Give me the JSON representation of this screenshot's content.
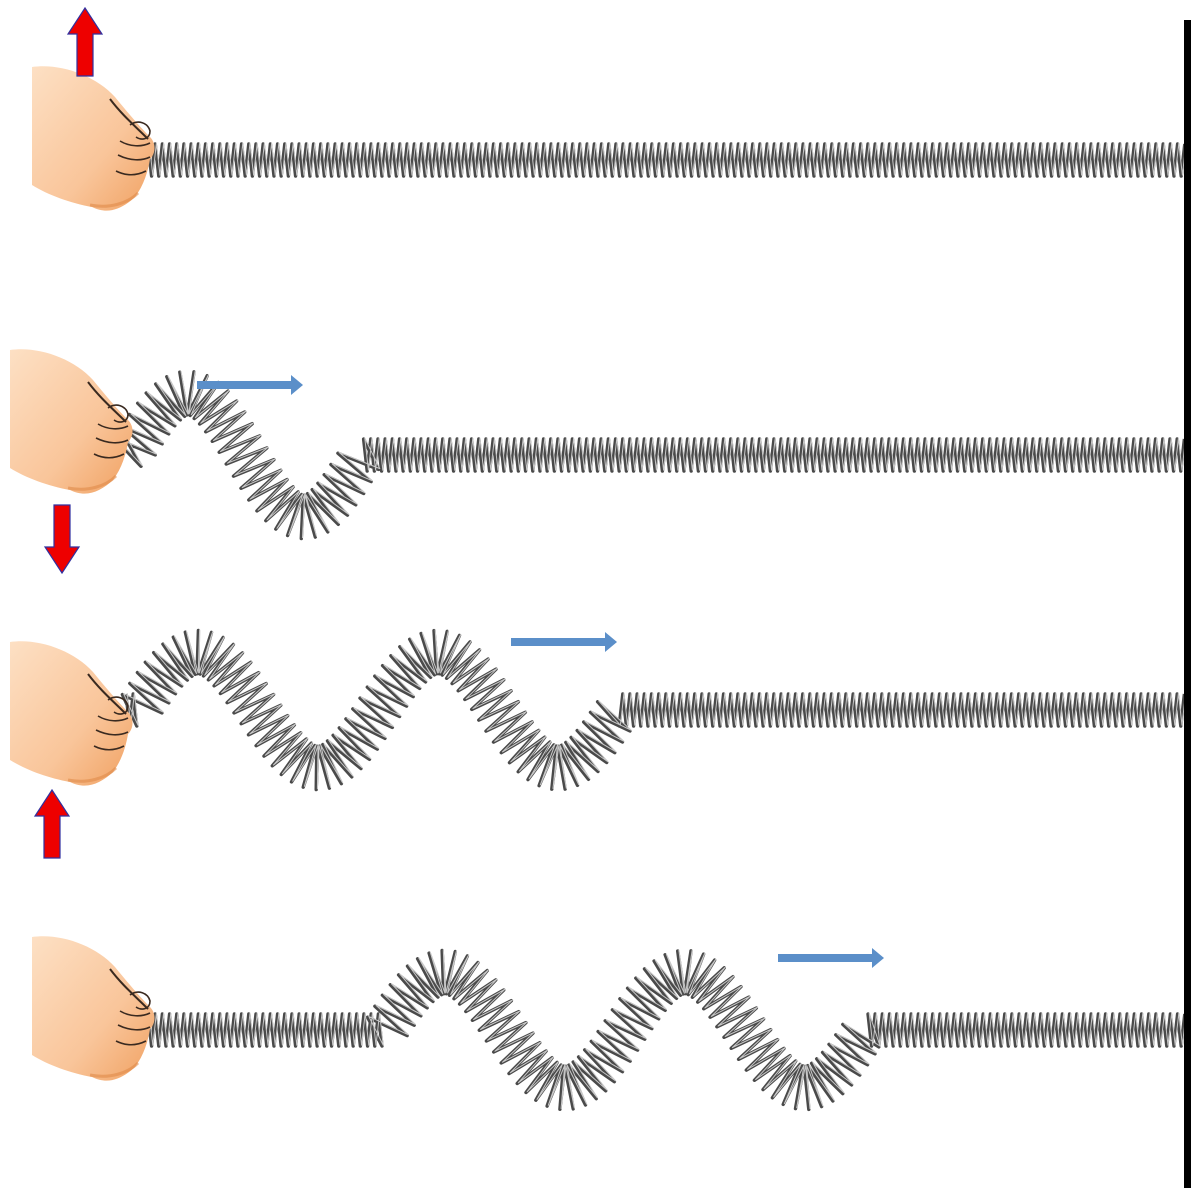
{
  "figure": {
    "description_free": true,
    "colors": {
      "background": "#ffffff",
      "wall": "#000000",
      "spring": "#4a4a4a",
      "spring_highlight": "#c8c8c8",
      "hand_fill": "#f9c59a",
      "hand_shadow": "#f0a060",
      "hand_outline": "#3a2a20",
      "hand_motion_arrow": "#ee0000",
      "hand_motion_arrow_outline": "#3030a0",
      "wave_direction_arrow": "#5b8fc9"
    },
    "icons": {
      "hand": "hand-gripping-spring-icon",
      "hand_motion": "red-block-arrow-icon",
      "wave_direction": "blue-arrow-right-icon",
      "wall": "fixed-wall-line"
    },
    "panels": [
      {
        "id": 1,
        "hand_motion": "up",
        "wave_direction_arrow": false,
        "pulse_half_cycles": 0
      },
      {
        "id": 2,
        "hand_motion": "down",
        "wave_direction_arrow": true,
        "pulse_half_cycles": 2
      },
      {
        "id": 3,
        "hand_motion": "up",
        "wave_direction_arrow": true,
        "pulse_half_cycles": 4
      },
      {
        "id": 4,
        "hand_motion": "none",
        "wave_direction_arrow": true,
        "pulse_half_cycles": 4
      }
    ]
  }
}
